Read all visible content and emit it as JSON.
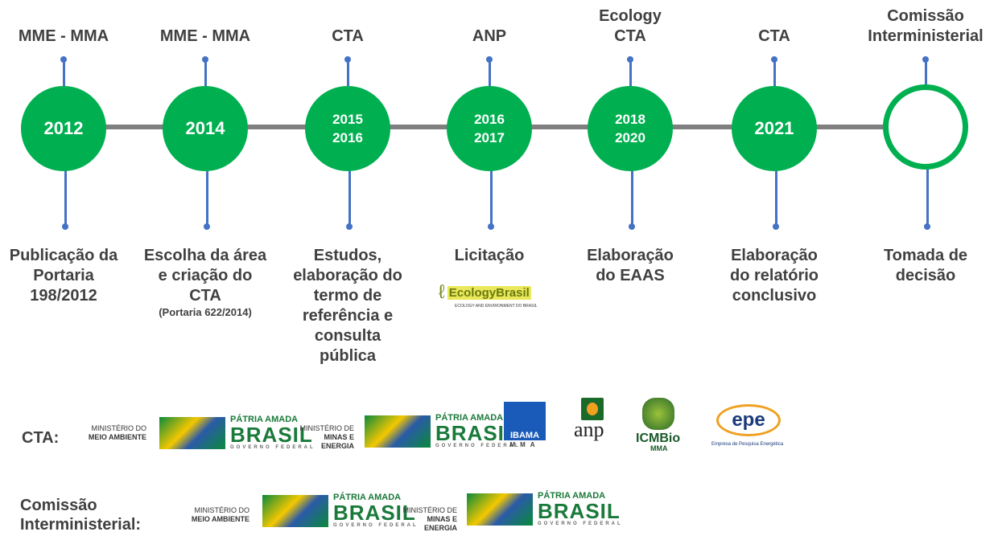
{
  "timeline": [
    {
      "top": "MME - MMA",
      "year": "2012",
      "bottom": "Publicação da\nPortaria\n198/2012",
      "note": ""
    },
    {
      "top": "MME - MMA",
      "year": "2014",
      "bottom": "Escolha da área\ne criação do\nCTA",
      "note": "(Portaria 622/2014)"
    },
    {
      "top": "CTA",
      "year": "2015\n2016",
      "bottom": "Estudos,\nelaboração do\ntermo de\nreferência e\nconsulta\npública",
      "note": ""
    },
    {
      "top": "ANP",
      "year": "2016\n2017",
      "bottom": "Licitação",
      "note": ""
    },
    {
      "top": "Ecology\nCTA",
      "year": "2018\n2020",
      "bottom": "Elaboração\ndo EAAS",
      "note": ""
    },
    {
      "top": "CTA",
      "year": "2021",
      "bottom": "Elaboração\ndo relatório\nconclusivo",
      "note": ""
    },
    {
      "top": "Comissão\nInterministerial",
      "year": "",
      "bottom": "Tomada de\ndecisão",
      "note": ""
    }
  ],
  "ecology_logo": {
    "name": "EcologyBrasil",
    "tagline": "ECOLOGY AND ENVIRONMENT DO BRASIL"
  },
  "cta": {
    "label": "CTA:"
  },
  "comissao": {
    "label": "Comissão\nInterministerial:"
  },
  "logos": {
    "mma_line1": "MINISTÉRIO DO",
    "mma_line2": "MEIO AMBIENTE",
    "mme_line1": "MINISTÉRIO DE",
    "mme_line2": "MINAS E ENERGIA",
    "brasil_a": "PÁTRIA AMADA",
    "brasil_b": "BRASIL",
    "brasil_c": "GOVERNO FEDERAL",
    "ibama": "IBAMA",
    "ibama_sub": "MMA",
    "anp": "anp",
    "icmbio": "ICMBio",
    "icmbio_sub": "MMA",
    "epe": "epe",
    "epe_sub": "Empresa de Pesquisa Energética"
  },
  "colors": {
    "green": "#00b050",
    "blue": "#4472c4",
    "line": "#7f7f7f"
  }
}
